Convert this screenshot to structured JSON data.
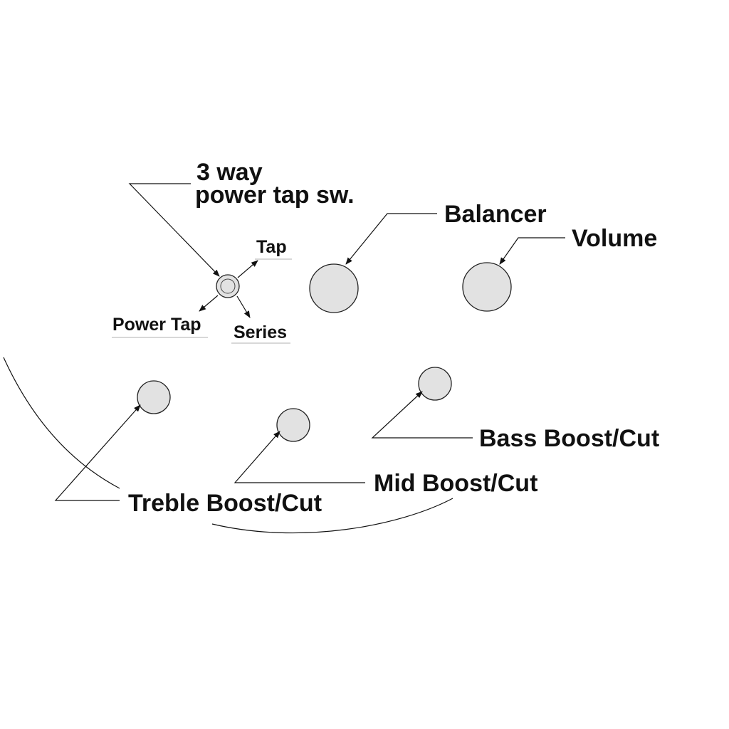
{
  "labels": {
    "switch_line1": "3 way",
    "switch_line2": "power tap sw.",
    "tap": "Tap",
    "power_tap": "Power Tap",
    "series": "Series",
    "balancer": "Balancer",
    "volume": "Volume",
    "treble": "Treble Boost/Cut",
    "mid": "Mid Boost/Cut",
    "bass": "Bass Boost/Cut"
  },
  "colors": {
    "knob_fill": "#e2e2e2",
    "line": "#111111",
    "background": "#ffffff"
  }
}
